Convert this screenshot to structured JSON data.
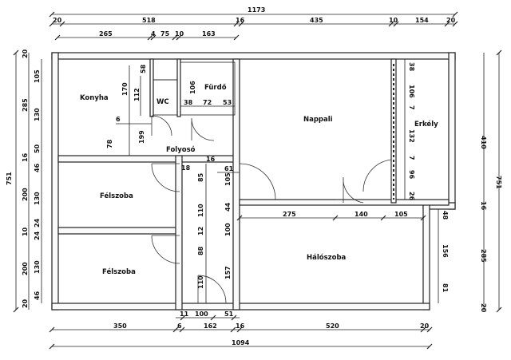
{
  "rooms": {
    "konyha": "Konyha",
    "furdo": "Fürdő",
    "wc": "WC",
    "nappali": "Nappali",
    "erkely": "Erkély",
    "folyoso": "Folyosó",
    "felszoba1": "Félszoba",
    "felszoba2": "Félszoba",
    "haloszoba": "Hálószoba"
  },
  "dims": {
    "top_total": "1173",
    "top": [
      "20",
      "518",
      "16",
      "435",
      "10",
      "154",
      "20"
    ],
    "top_sub": [
      "265",
      "4",
      "75",
      "10",
      "163"
    ],
    "bottom_total": "1094",
    "bottom": [
      "350",
      "6",
      "162",
      "16",
      "520",
      "20"
    ],
    "bottom_sub": [
      "11",
      "100",
      "51"
    ],
    "left": [
      "20",
      "285",
      "16",
      "200",
      "10",
      "200",
      "20"
    ],
    "left_inner": [
      "105",
      "130",
      "50",
      "46",
      "130",
      "24",
      "24",
      "130",
      "46"
    ],
    "left_total": "751",
    "right": [
      "410",
      "16",
      "285",
      "20"
    ],
    "right_total": "751",
    "kitchen": [
      "170",
      "112",
      "58",
      "78",
      "6",
      "199"
    ],
    "bath": [
      "106",
      "38",
      "72",
      "53"
    ],
    "corridor": [
      "18",
      "85",
      "110",
      "12",
      "88",
      "110",
      "16",
      "61",
      "105",
      "44",
      "100",
      "157"
    ],
    "erkely_v": [
      "38",
      "106",
      "7",
      "132",
      "7",
      "96",
      "26"
    ],
    "bedroom_h": [
      "275",
      "140",
      "105"
    ],
    "bedroom_v": [
      "48",
      "156",
      "81"
    ]
  }
}
